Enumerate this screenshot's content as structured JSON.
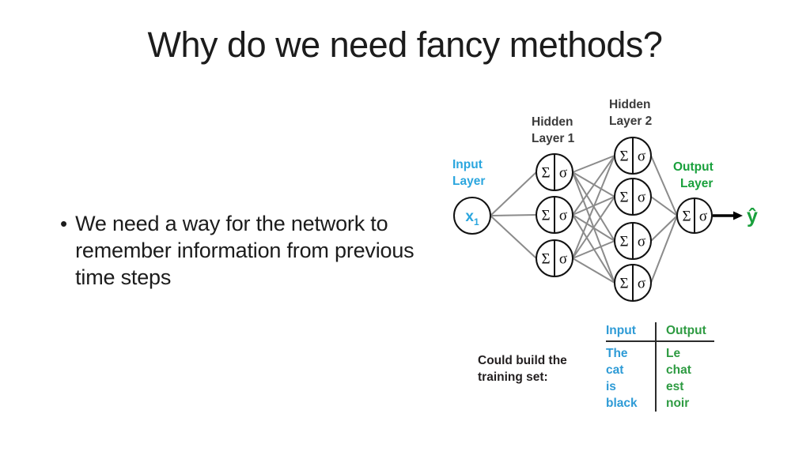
{
  "slide": {
    "title": "Why do we need fancy methods?"
  },
  "body": {
    "bullet_marker": "•",
    "bullet_text": "We need a way for the network to remember information from previous time steps"
  },
  "diagram": {
    "labels": {
      "input_layer": "Input\nLayer",
      "input_layer_line1": "Input",
      "input_layer_line2": "Layer",
      "hidden_layer_1_line1": "Hidden",
      "hidden_layer_1_line2": "Layer 1",
      "hidden_layer_2_line1": "Hidden",
      "hidden_layer_2_line2": "Layer 2",
      "output_layer_line1": "Output",
      "output_layer_line2": "Layer"
    },
    "input_node": {
      "label": "x",
      "subscript": "1"
    },
    "node_glyphs": {
      "sum": "Σ",
      "sigma": "σ"
    },
    "output_prediction": "ŷ",
    "counts": {
      "input": 1,
      "hidden1": 3,
      "hidden2": 4,
      "output": 1
    },
    "colors": {
      "input_accent": "#2ba6de",
      "output_accent": "#19a03c",
      "edge": "#8b8b8b",
      "node_stroke": "#111111",
      "label_gray": "#3b3b3b"
    }
  },
  "training_set": {
    "caption_line1": "Could build the",
    "caption_line2": "training set:",
    "columns": [
      "Input",
      "Output"
    ],
    "rows": [
      [
        "The",
        "Le"
      ],
      [
        "cat",
        "chat"
      ],
      [
        "is",
        "est"
      ],
      [
        "black",
        "noir"
      ]
    ],
    "colors": {
      "input": "#2e9bd6",
      "output": "#2e9b42"
    }
  }
}
